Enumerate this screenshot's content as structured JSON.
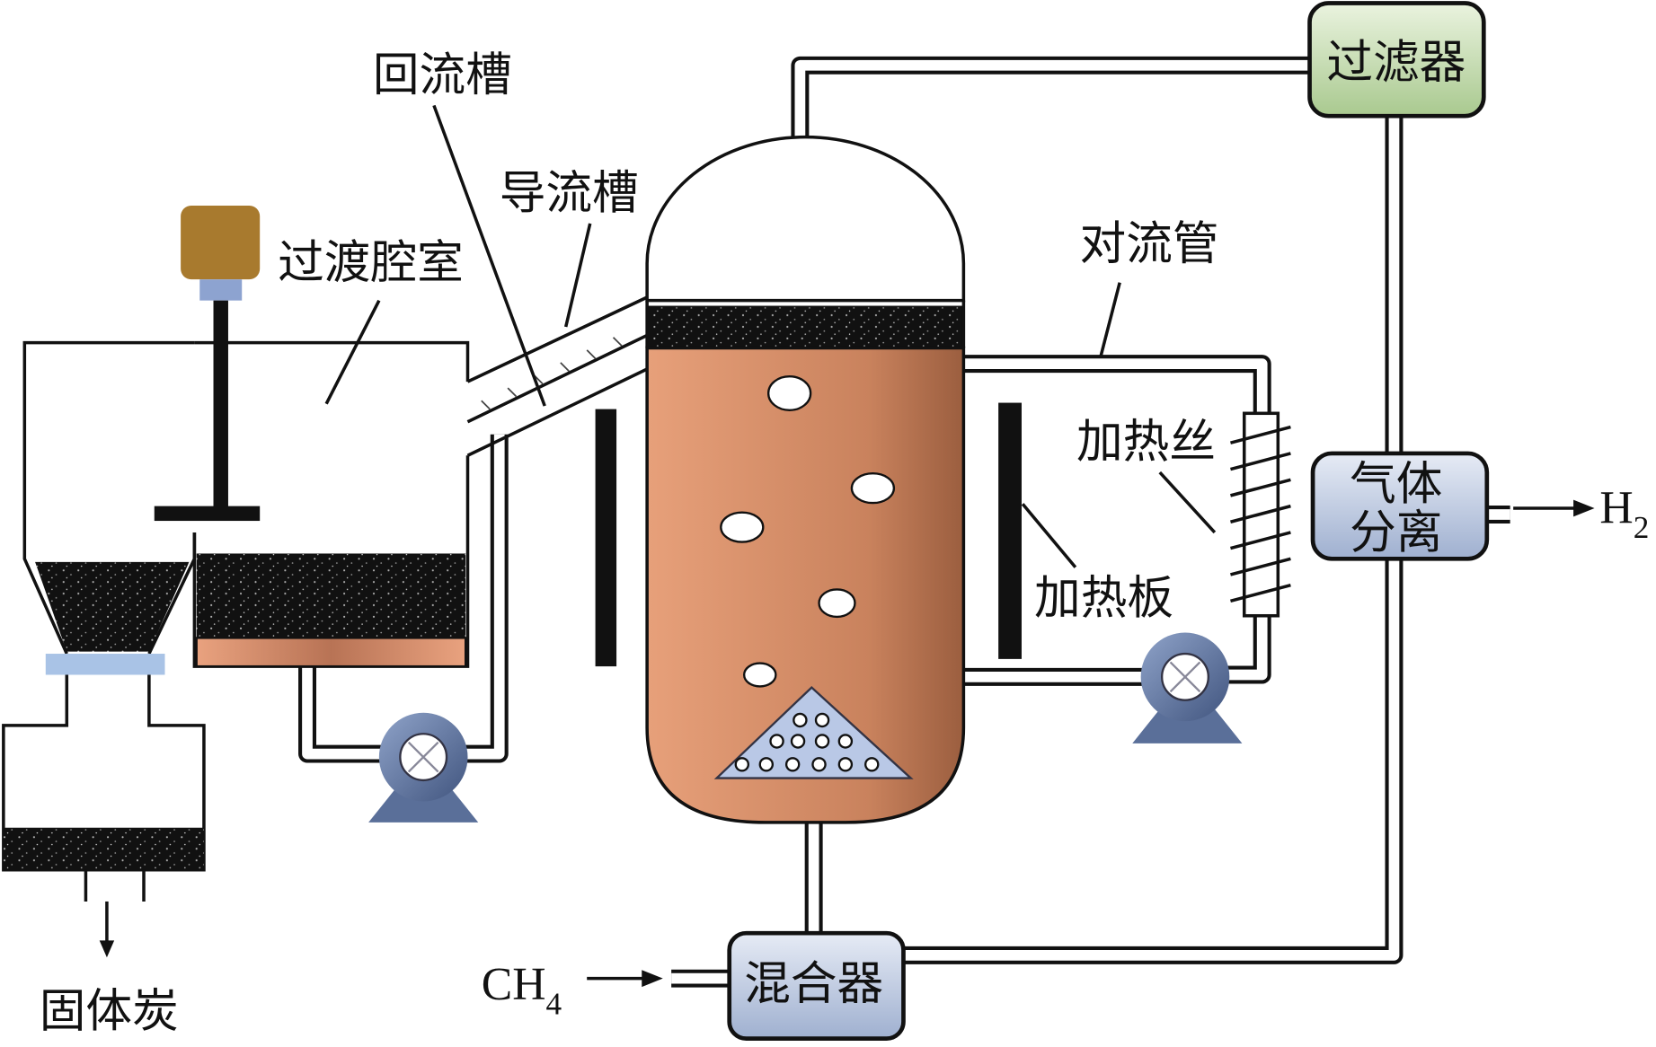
{
  "labels": {
    "filter": "过滤器",
    "gas_separation_line1": "气体",
    "gas_separation_line2": "分离",
    "mixer": "混合器",
    "reflux_tank": "回流槽",
    "guide_tank": "导流槽",
    "transition_chamber": "过渡腔室",
    "convection_pipe": "对流管",
    "heating_wire": "加热丝",
    "heating_plate": "加热板",
    "solid_carbon": "固体炭",
    "h2": "H",
    "h2_sub": "2",
    "ch4": "CH",
    "ch4_sub": "4"
  },
  "colors": {
    "reactor_fill": "#d98f6a",
    "filter_box": "#c9dfb6",
    "separator_box": "#b7c4dc",
    "pump": "#5a6f99",
    "motor": "#a87a2e"
  }
}
